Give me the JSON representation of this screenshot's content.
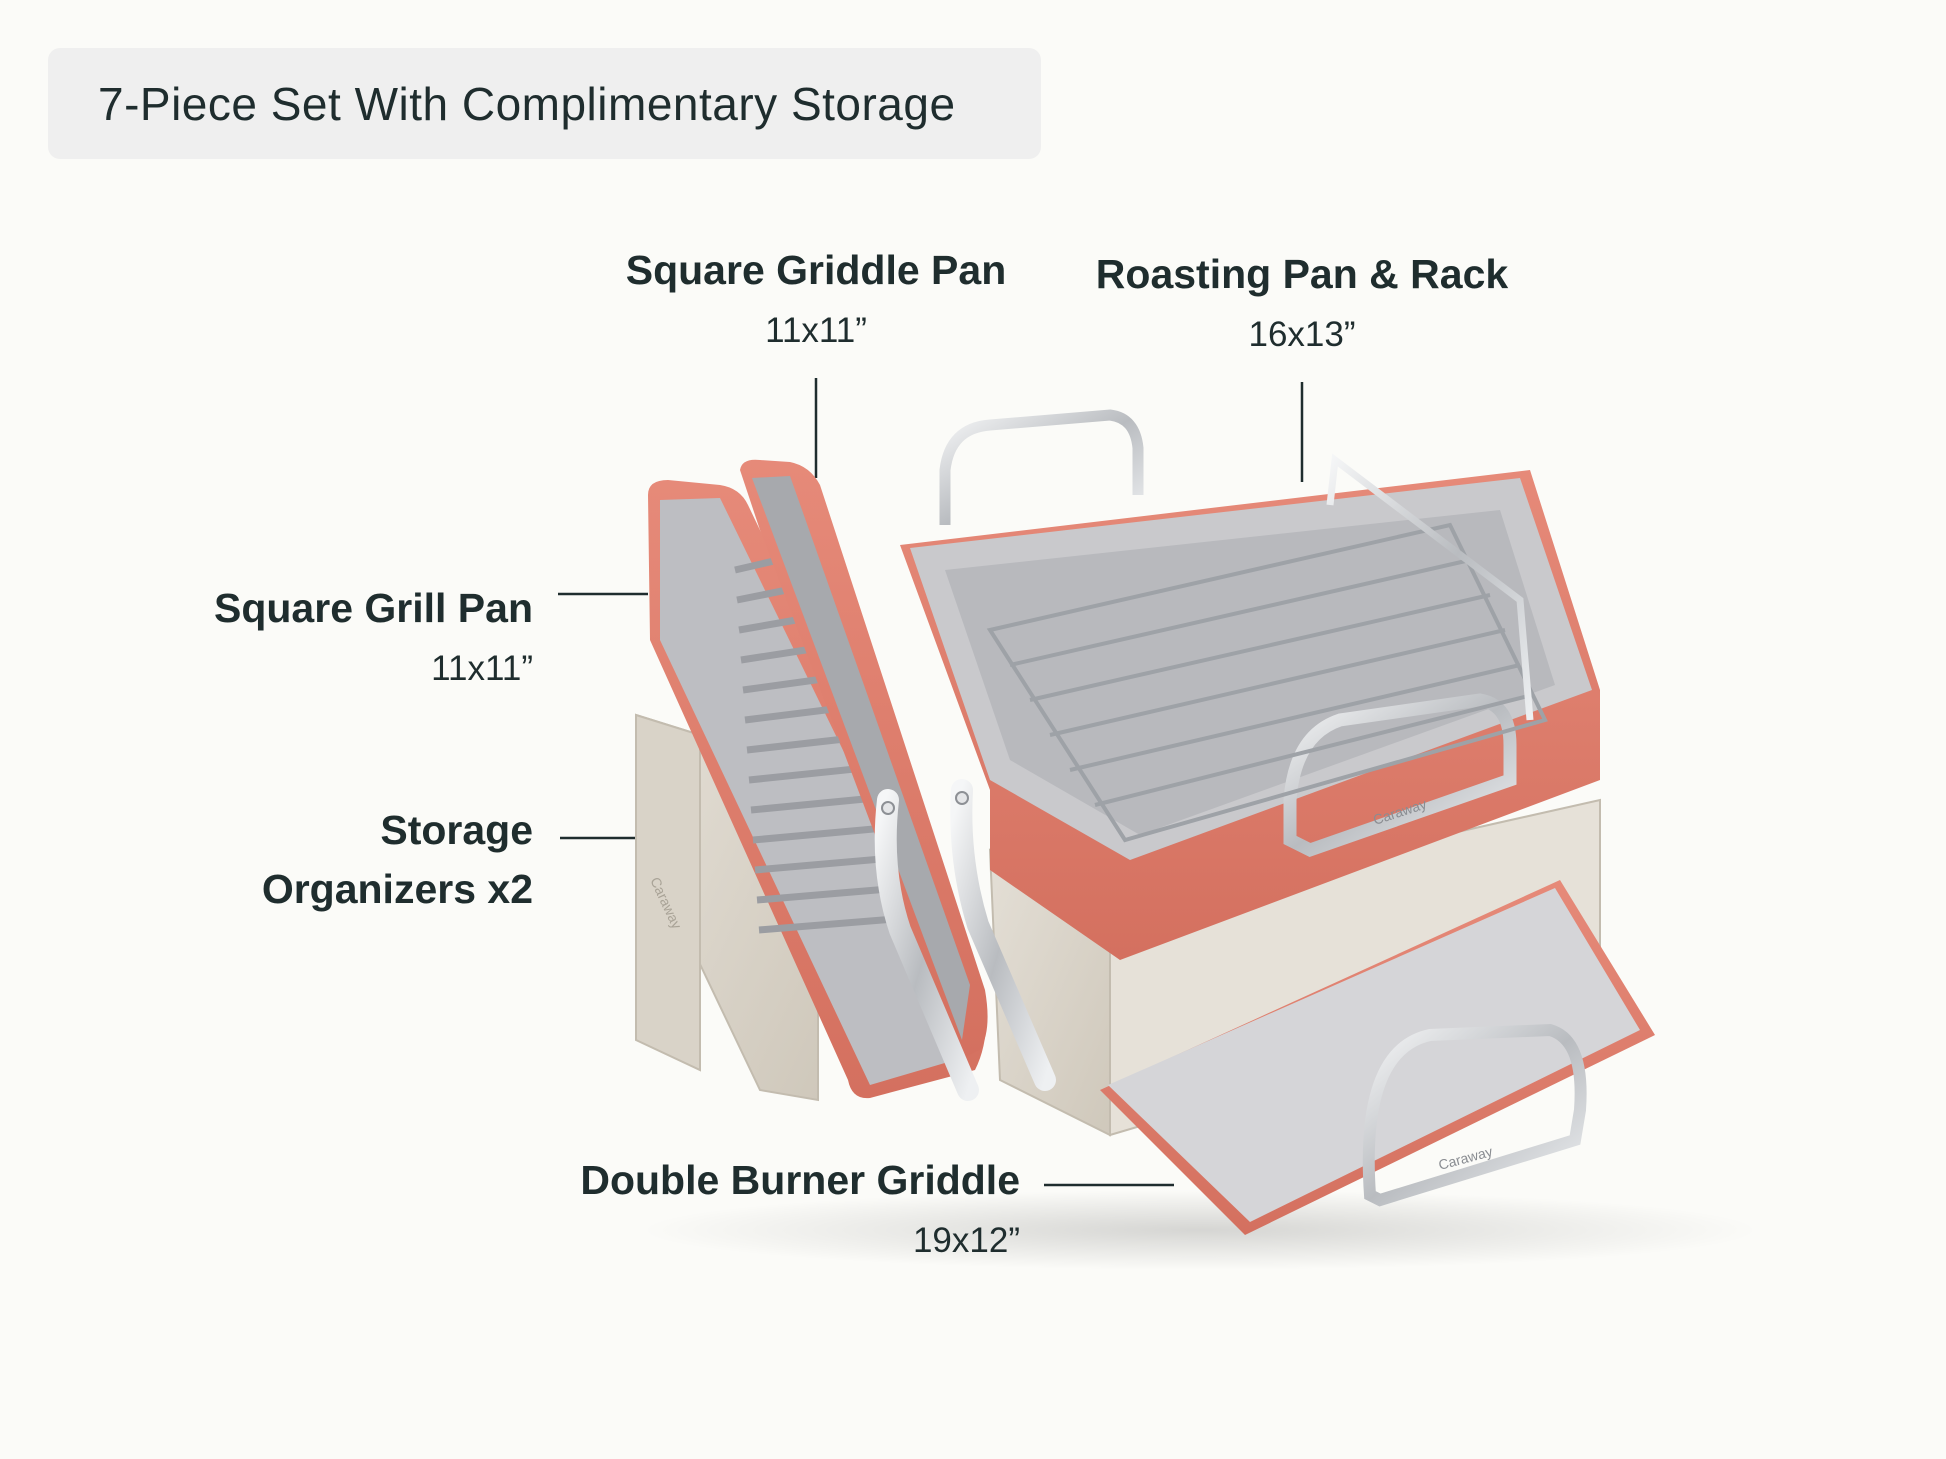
{
  "title": "7-Piece Set With Complimentary Storage",
  "callouts": {
    "square_griddle_pan": {
      "name": "Square Griddle Pan",
      "size": "11x11”"
    },
    "roasting_pan_rack": {
      "name": "Roasting Pan & Rack",
      "size": "16x13”"
    },
    "square_grill_pan": {
      "name": "Square Grill Pan",
      "size": "11x11”"
    },
    "storage_organizers": {
      "line1": "Storage",
      "line2": "Organizers x2"
    },
    "double_burner_griddle": {
      "name": "Double Burner Griddle",
      "size": "19x12”"
    }
  },
  "brand_mark": "Caraway",
  "colors": {
    "background": "#fbfbf8",
    "pill": "#efefef",
    "text": "#1f2d2e",
    "cookware_exterior": "#e07e6e",
    "cookware_interior": "#c9c9cc",
    "steel": "#d8dadd",
    "organizer": "#d9d3c8"
  }
}
